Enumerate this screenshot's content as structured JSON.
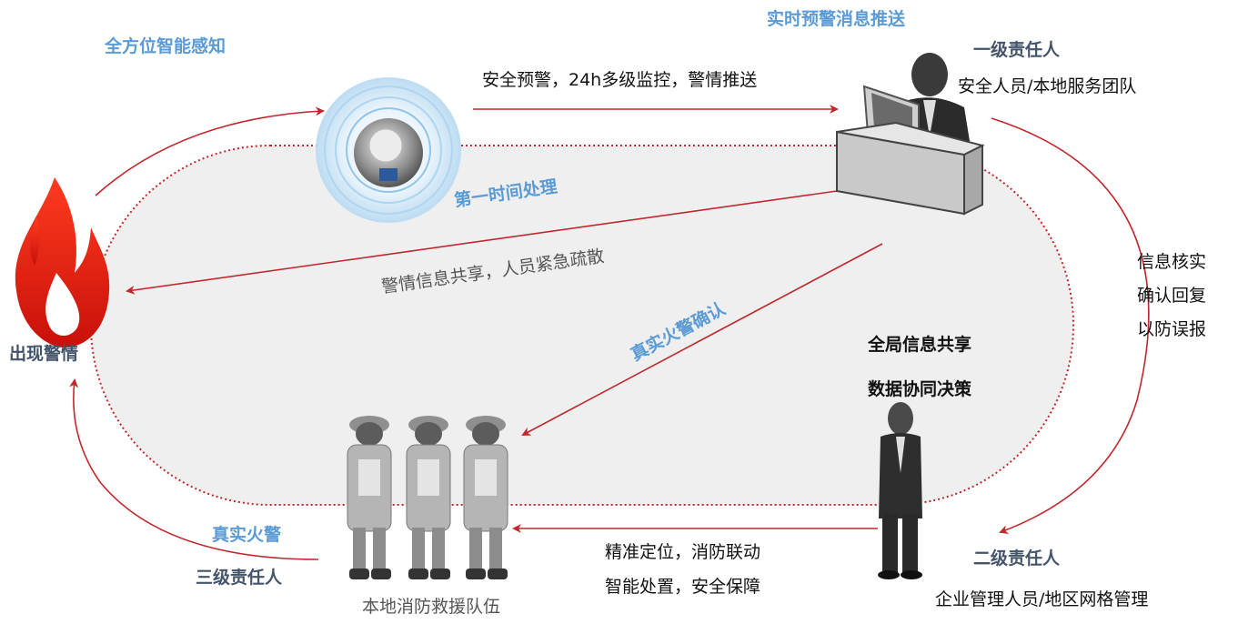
{
  "labels": {
    "perception": "全方位智能感知",
    "realtime_push": "实时预警消息推送",
    "alert_line": "安全预警，24h多级监控，警情推送",
    "level1_title": "一级责任人",
    "level1_desc": "安全人员/本地服务团队",
    "first_handle": "第一时间处理",
    "share_evacuate": "警情信息共享，人员紧急疏散",
    "confirm_fire": "真实火警确认",
    "verify": [
      "信息核实",
      "确认回复",
      "以防误报"
    ],
    "global_share": "全局信息共享",
    "data_decision": "数据协同决策",
    "alarm_appears": "出现警情",
    "real_fire": "真实火警",
    "level3_title": "三级责任人",
    "team": "本地消防救援队伍",
    "locate": "精准定位，消防联动",
    "smart_handle": "智能处置，安全保障",
    "level2_title": "二级责任人",
    "level2_desc": "企业管理人员/地区网格管理"
  },
  "colors": {
    "arrow_red": "#c0282d",
    "label_blue": "#5b9bd5",
    "label_dark": "#44546a",
    "oval_fill": "#efefef"
  },
  "icons": [
    "fire-icon",
    "smoke-detector-icon",
    "operator-at-desk-icon",
    "firefighter-icon",
    "manager-icon"
  ]
}
